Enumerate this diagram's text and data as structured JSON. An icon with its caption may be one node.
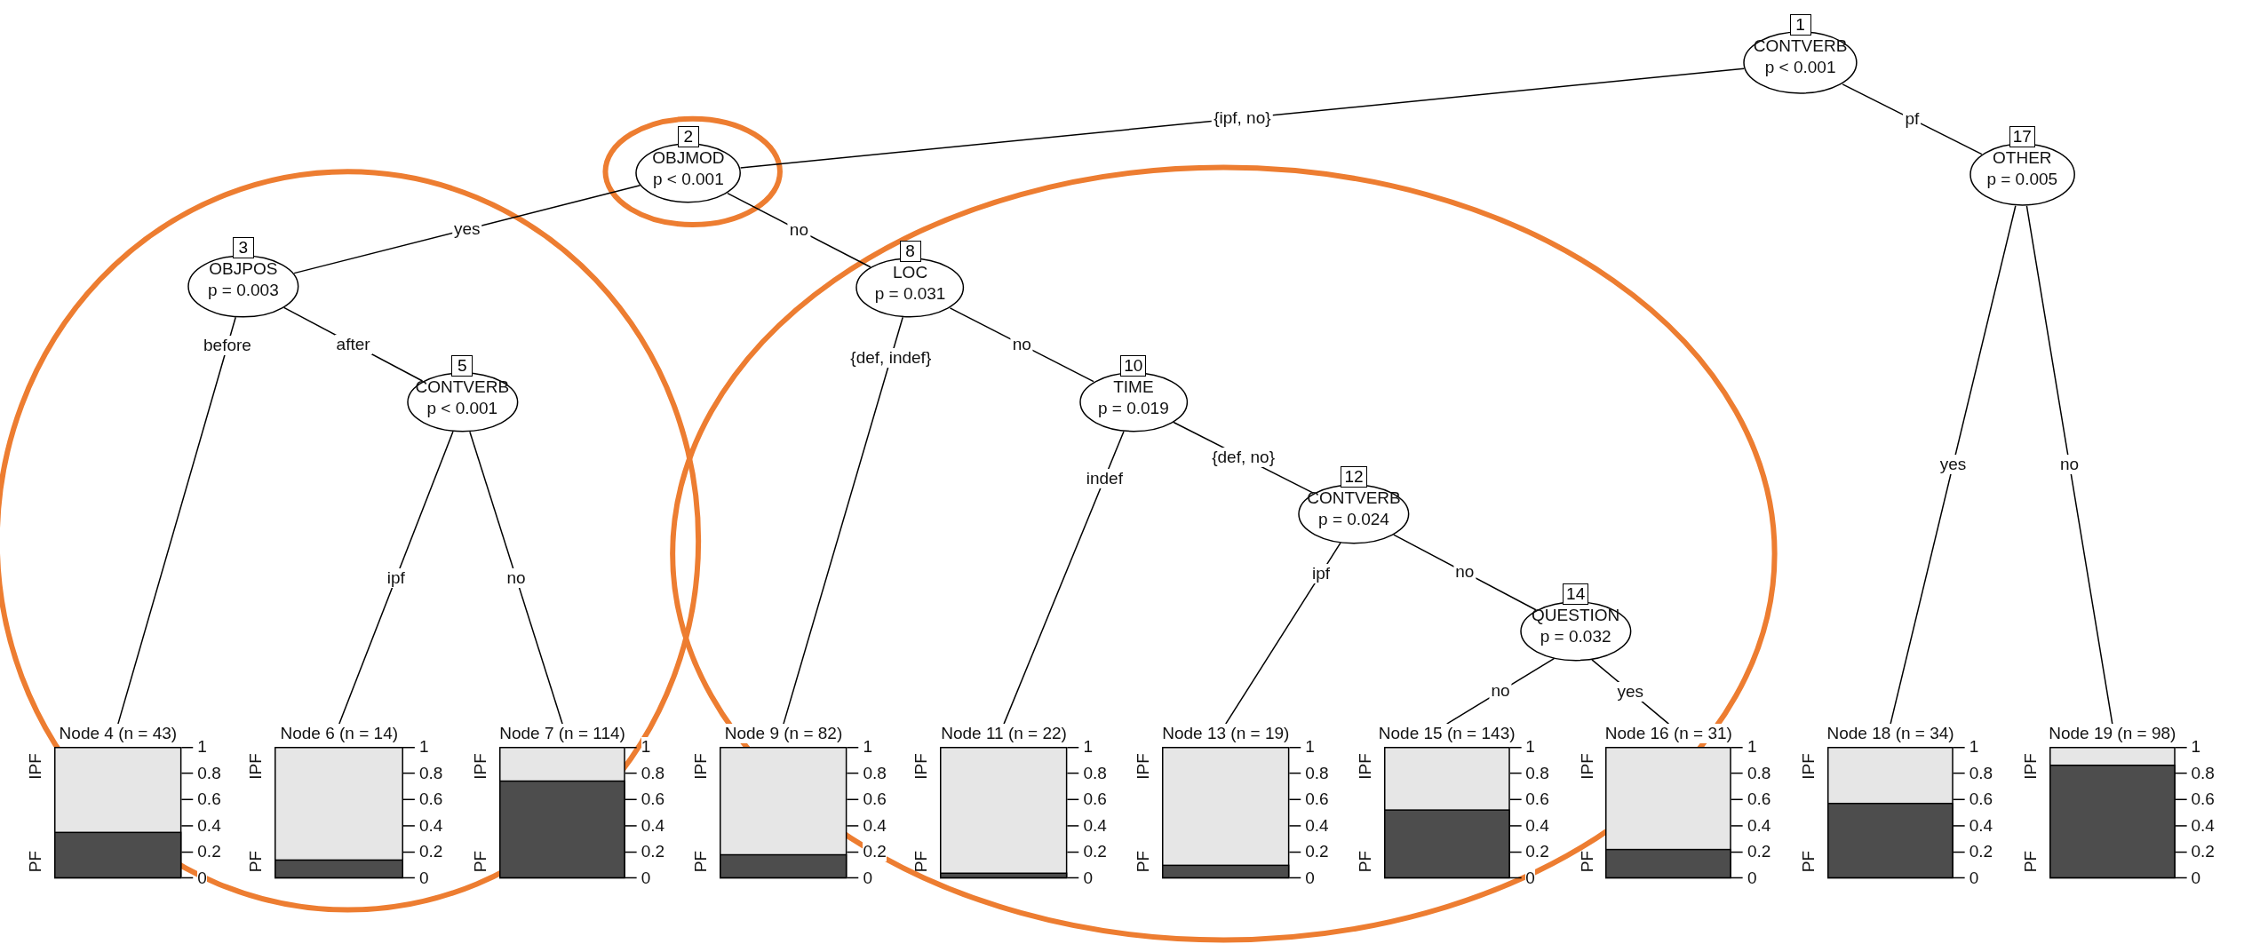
{
  "diagram": {
    "nodes": [
      {
        "text": [
          "1",
          "CONTVERB",
          "p < 0.001"
        ]
      },
      {
        "text": [
          "2",
          "OBJMOD",
          "p < 0.001"
        ]
      },
      {
        "text": [
          "3",
          "OBJPOS",
          "p = 0.003"
        ]
      },
      {
        "text": [
          "Node 4 (n = 43)"
        ],
        "beside": [
          "IPF",
          "PF",
          "1",
          "0.8",
          "0.6",
          "0.4",
          "0.2",
          "0"
        ]
      },
      {
        "text": [
          "5",
          "CONTVERB",
          "p < 0.001"
        ]
      },
      {
        "text": [
          "Node 6 (n = 14)"
        ],
        "beside": [
          "IPF",
          "PF",
          "1",
          "0.8",
          "0.6",
          "0.4",
          "0.2",
          "0"
        ]
      },
      {
        "text": [
          "Node 7 (n = 114)"
        ],
        "beside": [
          "IPF",
          "PF",
          "1",
          "0.8",
          "0.6",
          "0.4",
          "0.2",
          "0"
        ]
      },
      {
        "text": [
          "8",
          "LOC",
          "p = 0.031"
        ]
      },
      {
        "text": [
          "Node 9 (n = 82)"
        ],
        "beside": [
          "IPF",
          "PF",
          "1",
          "0.8",
          "0.6",
          "0.4",
          "0.2",
          "0"
        ]
      },
      {
        "text": [
          "10",
          "TIME",
          "p = 0.019"
        ]
      },
      {
        "text": [
          "Node 11 (n = 22)"
        ],
        "beside": [
          "IPF",
          "PF",
          "1",
          "0.8",
          "0.6",
          "0.4",
          "0.2",
          "0"
        ]
      },
      {
        "text": [
          "12",
          "CONTVERB",
          "p = 0.024"
        ]
      },
      {
        "text": [
          "Node 13 (n = 19)"
        ],
        "beside": [
          "IPF",
          "PF",
          "1",
          "0.8",
          "0.6",
          "0.4",
          "0.2",
          "0"
        ]
      },
      {
        "text": [
          "14",
          "QUESTION",
          "p = 0.032"
        ]
      },
      {
        "text": [
          "Node 15 (n = 143)"
        ],
        "beside": [
          "IPF",
          "PF",
          "1",
          "0.8",
          "0.6",
          "0.4",
          "0.2",
          "0"
        ]
      },
      {
        "text": [
          "Node 16 (n = 31)"
        ],
        "beside": [
          "IPF",
          "PF",
          "1",
          "0.8",
          "0.6",
          "0.4",
          "0.2",
          "0"
        ]
      },
      {
        "text": [
          "17",
          "OTHER",
          "p = 0.005"
        ]
      },
      {
        "text": [
          "Node 18 (n = 34)"
        ],
        "beside": [
          "IPF",
          "PF",
          "1",
          "0.8",
          "0.6",
          "0.4",
          "0.2",
          "0"
        ]
      },
      {
        "text": [
          "Node 19 (n = 98)"
        ],
        "beside": [
          "IPF",
          "PF",
          "1",
          "0.8",
          "0.6",
          "0.4",
          "0.2",
          "0"
        ]
      }
    ],
    "edges": [
      {
        "from": 0,
        "to": 1,
        "arrow": "none",
        "label": "{ipf, no}"
      },
      {
        "from": 0,
        "to": 16,
        "arrow": "none",
        "label": "pf"
      },
      {
        "from": 1,
        "to": 2,
        "arrow": "none",
        "label": "yes"
      },
      {
        "from": 1,
        "to": 7,
        "arrow": "none",
        "label": "no"
      },
      {
        "from": 2,
        "to": 3,
        "arrow": "none",
        "label": "before"
      },
      {
        "from": 2,
        "to": 4,
        "arrow": "none",
        "label": "after"
      },
      {
        "from": 4,
        "to": 5,
        "arrow": "none",
        "label": "ipf"
      },
      {
        "from": 4,
        "to": 6,
        "arrow": "none",
        "label": "no"
      },
      {
        "from": 7,
        "to": 8,
        "arrow": "none",
        "label": "{def, indef}"
      },
      {
        "from": 7,
        "to": 9,
        "arrow": "none",
        "label": "no"
      },
      {
        "from": 9,
        "to": 10,
        "arrow": "none",
        "label": "indef"
      },
      {
        "from": 9,
        "to": 11,
        "arrow": "none",
        "label": "{def, no}"
      },
      {
        "from": 11,
        "to": 12,
        "arrow": "none",
        "label": "ipf"
      },
      {
        "from": 11,
        "to": 13,
        "arrow": "none",
        "label": "no"
      },
      {
        "from": 13,
        "to": 14,
        "arrow": "none",
        "label": "no"
      },
      {
        "from": 13,
        "to": 15,
        "arrow": "none",
        "label": "yes"
      },
      {
        "from": 16,
        "to": 17,
        "arrow": "none",
        "label": "yes"
      },
      {
        "from": 16,
        "to": 18,
        "arrow": "none",
        "label": "no"
      }
    ]
  }
}
